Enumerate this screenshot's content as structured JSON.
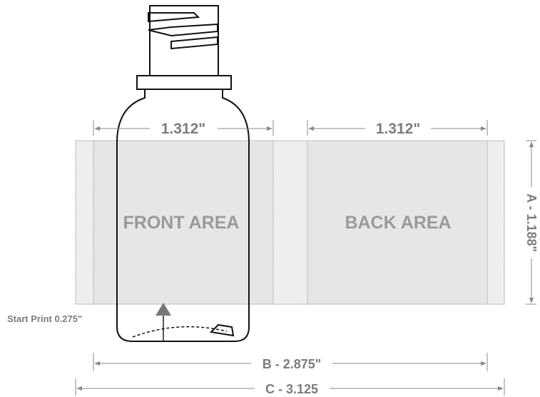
{
  "labels": {
    "front_area": "FRONT AREA",
    "back_area": "BACK AREA",
    "front_width": "1.312\"",
    "back_width": "1.312\"",
    "dim_a": "A - 1.188\"",
    "dim_b": "B - 2.875\"",
    "dim_c": "C - 3.125",
    "start_print": "Start Print 0.275\""
  },
  "colors": {
    "label_fill": "#e6e6e6",
    "hatch": "#f3f3f3",
    "text": "#7c7c7c",
    "area_text": "#9a9a9a",
    "outline": "#111111"
  }
}
